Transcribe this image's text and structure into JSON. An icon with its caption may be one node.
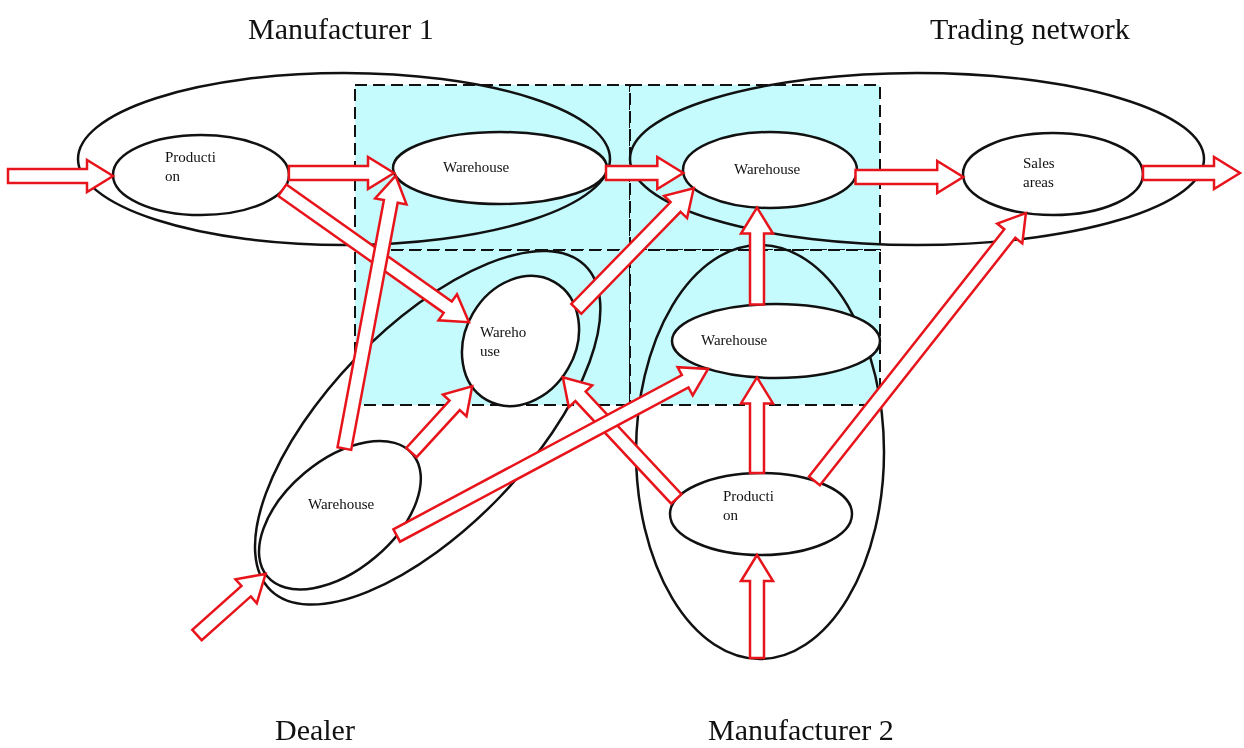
{
  "diagram": {
    "nodes": [
      {
        "text": [
          "Manufacturer 1"
        ]
      },
      {
        "text": [
          "Producti on"
        ],
        "in": 0
      },
      {
        "text": [
          "Warehouse"
        ],
        "in": 0
      },
      {
        "text": [
          "Trading network"
        ]
      },
      {
        "text": [
          "Warehouse"
        ],
        "in": 3
      },
      {
        "text": [
          "Sales areas"
        ],
        "in": 3
      },
      {
        "text": [
          "Dealer"
        ]
      },
      {
        "text": [
          "Wareho use"
        ],
        "in": 6
      },
      {
        "text": [
          "Warehouse"
        ],
        "in": 6
      },
      {
        "text": [
          "Manufacturer 2"
        ]
      },
      {
        "text": [
          "Warehouse"
        ],
        "in": 9
      },
      {
        "text": [
          "Producti on"
        ],
        "in": 9
      }
    ],
    "edges": [
      {
        "from": null,
        "to": 1,
        "arrow": "to"
      },
      {
        "from": 1,
        "to": 2,
        "arrow": "to"
      },
      {
        "from": 2,
        "to": 4,
        "arrow": "to"
      },
      {
        "from": 4,
        "to": 5,
        "arrow": "to"
      },
      {
        "from": 5,
        "to": null,
        "arrow": "to"
      },
      {
        "from": 1,
        "to": 7,
        "arrow": "to"
      },
      {
        "from": 8,
        "to": 2,
        "arrow": "to"
      },
      {
        "from": 8,
        "to": 7,
        "arrow": "to"
      },
      {
        "from": 7,
        "to": 4,
        "arrow": "to"
      },
      {
        "from": 10,
        "to": 4,
        "arrow": "to"
      },
      {
        "from": 11,
        "to": 10,
        "arrow": "to"
      },
      {
        "from": null,
        "to": 11,
        "arrow": "to"
      },
      {
        "from": 11,
        "to": 7,
        "arrow": "to"
      },
      {
        "from": 11,
        "to": 5,
        "arrow": "to"
      },
      {
        "from": 8,
        "to": 10,
        "arrow": "to"
      },
      {
        "from": null,
        "to": 8,
        "arrow": "to"
      }
    ]
  }
}
